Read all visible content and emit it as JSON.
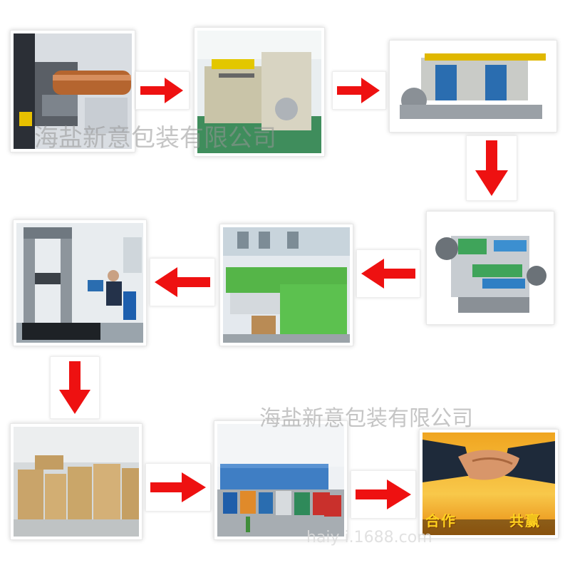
{
  "watermark_company": "海盐新意包装有限公司",
  "watermark_url": "haiy        i.1688.com",
  "banner": {
    "left": "合作",
    "right": "共赢"
  },
  "steps": [
    {
      "name": "cylinder-engraving"
    },
    {
      "name": "gravure-printing-line"
    },
    {
      "name": "lamination-machine"
    },
    {
      "name": "slitting-machine"
    },
    {
      "name": "bag-making-machine"
    },
    {
      "name": "quality-testing-lab"
    },
    {
      "name": "warehouse-packaging"
    },
    {
      "name": "logistics-trucks"
    },
    {
      "name": "cooperation-handshake"
    }
  ],
  "colors": {
    "arrow": "#ee1111",
    "card_border": "#e8e8e8"
  }
}
